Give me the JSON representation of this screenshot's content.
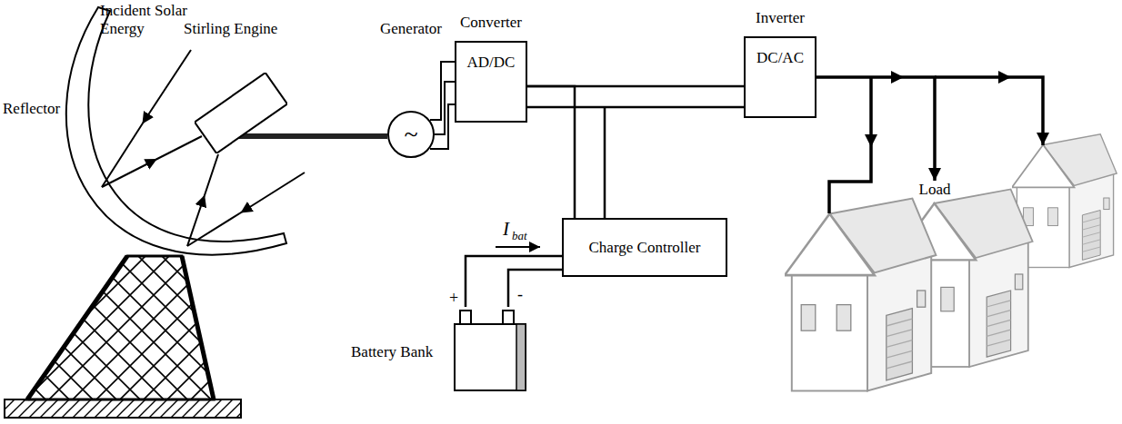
{
  "diagram": {
    "nodes": [
      {
        "text": [
          "Stirling Engine"
        ]
      },
      {
        "text": [
          "Generator",
          "~"
        ]
      },
      {
        "text": [
          "Converter",
          "AD/DC"
        ]
      },
      {
        "text": [
          "Inverter",
          "DC/AC"
        ]
      },
      {
        "text": [
          "Charge Controller"
        ]
      },
      {
        "text": [
          "Battery Bank"
        ]
      },
      {
        "text": [
          "Load"
        ]
      }
    ],
    "edges": [
      {
        "from": 0,
        "to": 1,
        "arrow": "none"
      },
      {
        "from": 1,
        "to": 2,
        "arrow": "none"
      },
      {
        "from": 2,
        "to": 3,
        "arrow": "none"
      },
      {
        "from": 2,
        "to": 4,
        "arrow": "none"
      },
      {
        "from": 4,
        "to": 5,
        "arrow": "none"
      },
      {
        "from": 3,
        "to": 6,
        "arrow": "to"
      }
    ],
    "labels": [
      "Incident Solar Energy",
      "Reflector",
      "I",
      "bat",
      "+",
      "-"
    ]
  }
}
